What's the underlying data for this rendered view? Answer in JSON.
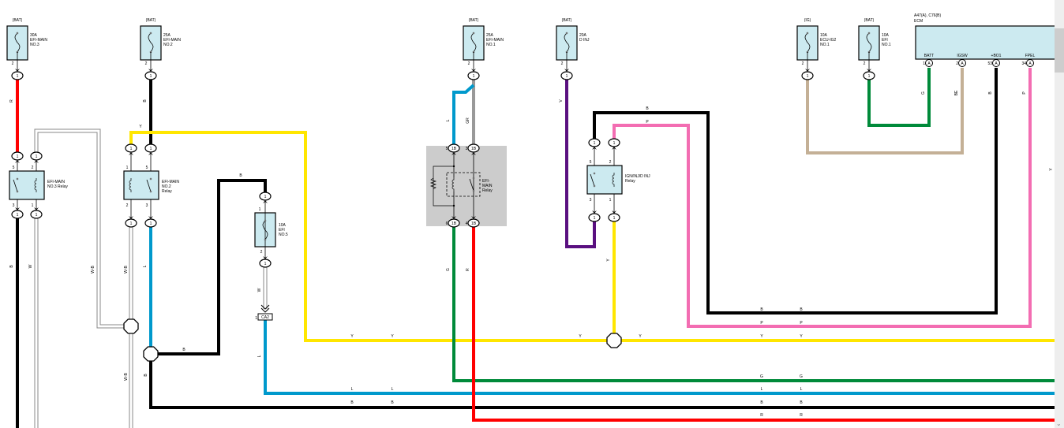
{
  "ecm": {
    "title_line1": "A47(A), C76(B)",
    "title_line2": "ECM",
    "pins": [
      {
        "name": "BATT",
        "number": "1",
        "connector": "A"
      },
      {
        "name": "IGSW",
        "number": "2",
        "connector": "A"
      },
      {
        "name": "+BO1",
        "number": "53",
        "connector": "A"
      },
      {
        "name": "FPEL",
        "number": "34",
        "connector": "A"
      }
    ]
  },
  "fuses": [
    {
      "source": "(BAT)",
      "rating": "30A",
      "name1": "EFI-MAIN",
      "name2": "NO.3",
      "pin_out": "2",
      "connector": "1"
    },
    {
      "source": "(BAT)",
      "rating": "25A",
      "name1": "EFI-MAIN",
      "name2": "NO.2",
      "pin_out": "2",
      "connector": "1"
    },
    {
      "source": "(BAT)",
      "rating": "25A",
      "name1": "EFI-MAIN",
      "name2": "NO.1",
      "pin_out": "2",
      "connector": "1"
    },
    {
      "source": "(BAT)",
      "rating": "20A",
      "name1": "D INJ",
      "name2": "",
      "pin_out": "2",
      "connector": "1"
    },
    {
      "source": "(IG)",
      "rating": "10A",
      "name1": "ECU-IG2",
      "name2": "NO.1",
      "pin_out": "2",
      "connector": "1"
    },
    {
      "source": "(BAT)",
      "rating": "10A",
      "name1": "EFI",
      "name2": "NO.1",
      "pin_out": "2",
      "connector": "1"
    }
  ],
  "inline_fuse": {
    "rating": "10A",
    "name1": "EFI",
    "name2": "NO.5",
    "pin_in": "1",
    "pin_out": "2",
    "connector_in": "1",
    "connector_out": "1"
  },
  "splice_connector": {
    "pin": "1",
    "name": "CA2"
  },
  "relays": [
    {
      "name1": "EFI-MAIN",
      "name2": "NO.3 Relay",
      "name3": "",
      "top_left": "5",
      "top_right": "2",
      "bottom_left": "3",
      "bottom_right": "1",
      "connector": "1"
    },
    {
      "name1": "EFI-MAIN",
      "name2": "NO.2",
      "name3": "Relay",
      "top_left": "1",
      "top_right": "5",
      "bottom_left": "2",
      "bottom_right": "3",
      "connector": "1"
    },
    {
      "name1": "IGN/INJ/D INJ",
      "name2": "Relay",
      "name3": "",
      "top_left": "5",
      "top_right": "2",
      "bottom_left": "3",
      "bottom_right": "1",
      "connector": "1"
    }
  ],
  "efi_main_relay": {
    "name1": "EFI-",
    "name2": "MAIN",
    "name3": "Relay",
    "connector": "1B",
    "top_left": "5",
    "top_right": "3",
    "bottom_left": "6",
    "bottom_right": "4"
  },
  "wires": [
    {
      "code": "R",
      "color": "#ff0000"
    },
    {
      "code": "B",
      "color": "#000000"
    },
    {
      "code": "W",
      "color": "white"
    },
    {
      "code": "W-B",
      "color": "white"
    },
    {
      "code": "B",
      "color": "#000000"
    },
    {
      "code": "Y",
      "color": "#ffe600"
    },
    {
      "code": "W-B",
      "color": "white"
    },
    {
      "code": "L",
      "color": "#0099cc"
    },
    {
      "code": "B",
      "color": "#000000"
    },
    {
      "code": "B",
      "color": "#000000"
    },
    {
      "code": "W",
      "color": "white"
    },
    {
      "code": "L",
      "color": "#0099cc"
    },
    {
      "code": "GR",
      "color": "#999999"
    },
    {
      "code": "L",
      "color": "#0099cc"
    },
    {
      "code": "G",
      "color": "#008a3a"
    },
    {
      "code": "R",
      "color": "#ff0000"
    },
    {
      "code": "V",
      "color": "#5a1080"
    },
    {
      "code": "B",
      "color": "#000000"
    },
    {
      "code": "P",
      "color": "#f36db2"
    },
    {
      "code": "Y",
      "color": "#ffe600"
    },
    {
      "code": "BE",
      "color": "#c4b096"
    },
    {
      "code": "G",
      "color": "#008a3a"
    }
  ],
  "colors": {
    "component_fill": "#cceaf0",
    "relay_housing": "#cccccc"
  }
}
